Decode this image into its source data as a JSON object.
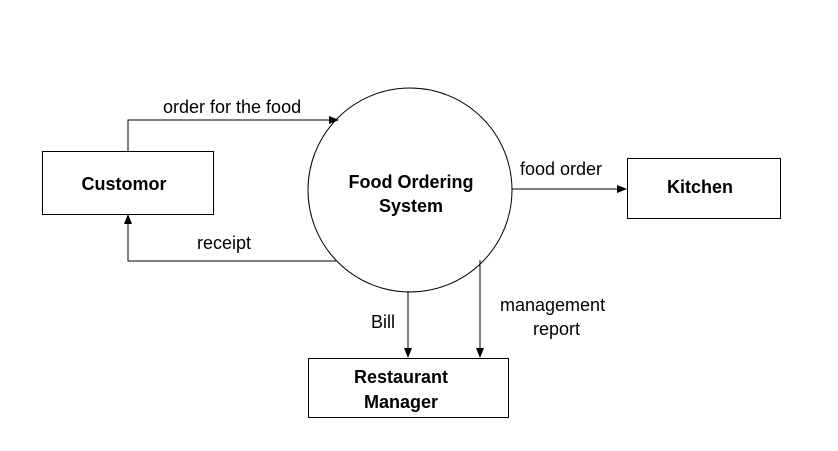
{
  "diagram": {
    "process": {
      "line1": "Food Ordering",
      "line2": "System"
    },
    "entities": {
      "customer": "Customor",
      "kitchen": "Kitchen",
      "manager_line1": "Restaurant",
      "manager_line2": "Manager"
    },
    "flows": {
      "order": "order for the food",
      "receipt": "receipt",
      "food_order": "food order",
      "bill": "Bill",
      "report_line1": "management",
      "report_line2": "report"
    }
  }
}
